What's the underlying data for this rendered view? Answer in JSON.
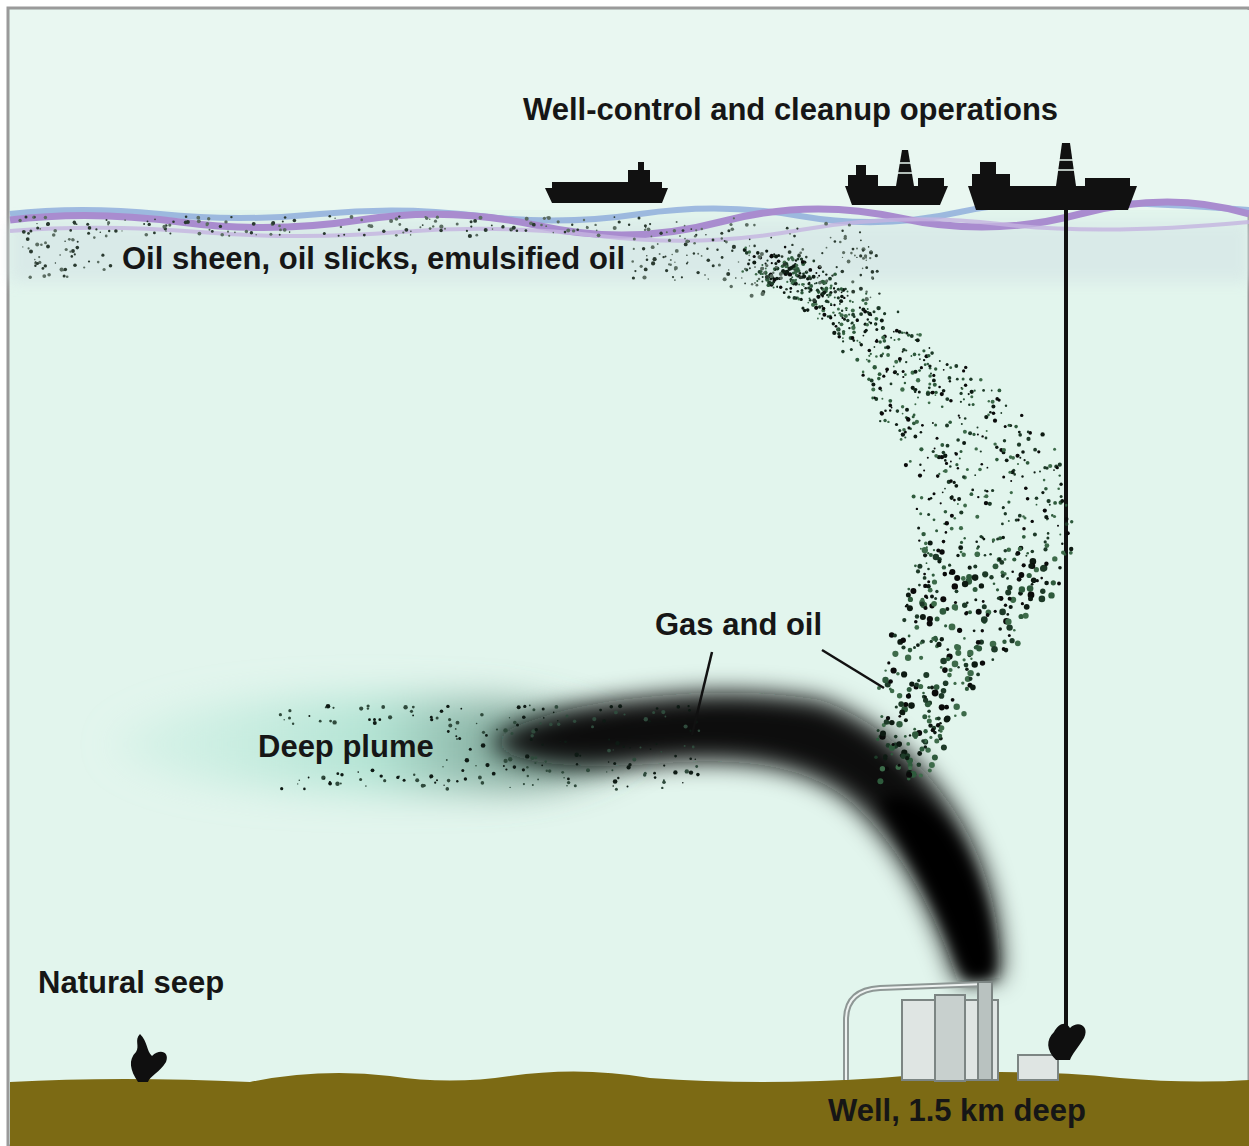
{
  "diagram": {
    "labels": [
      "Well-control and cleanup operations",
      "Oil sheen, oil slicks, emulsified oil",
      "Gas and oil",
      "Deep plume",
      "Natural seep",
      "Well, 1.5 km deep"
    ]
  }
}
